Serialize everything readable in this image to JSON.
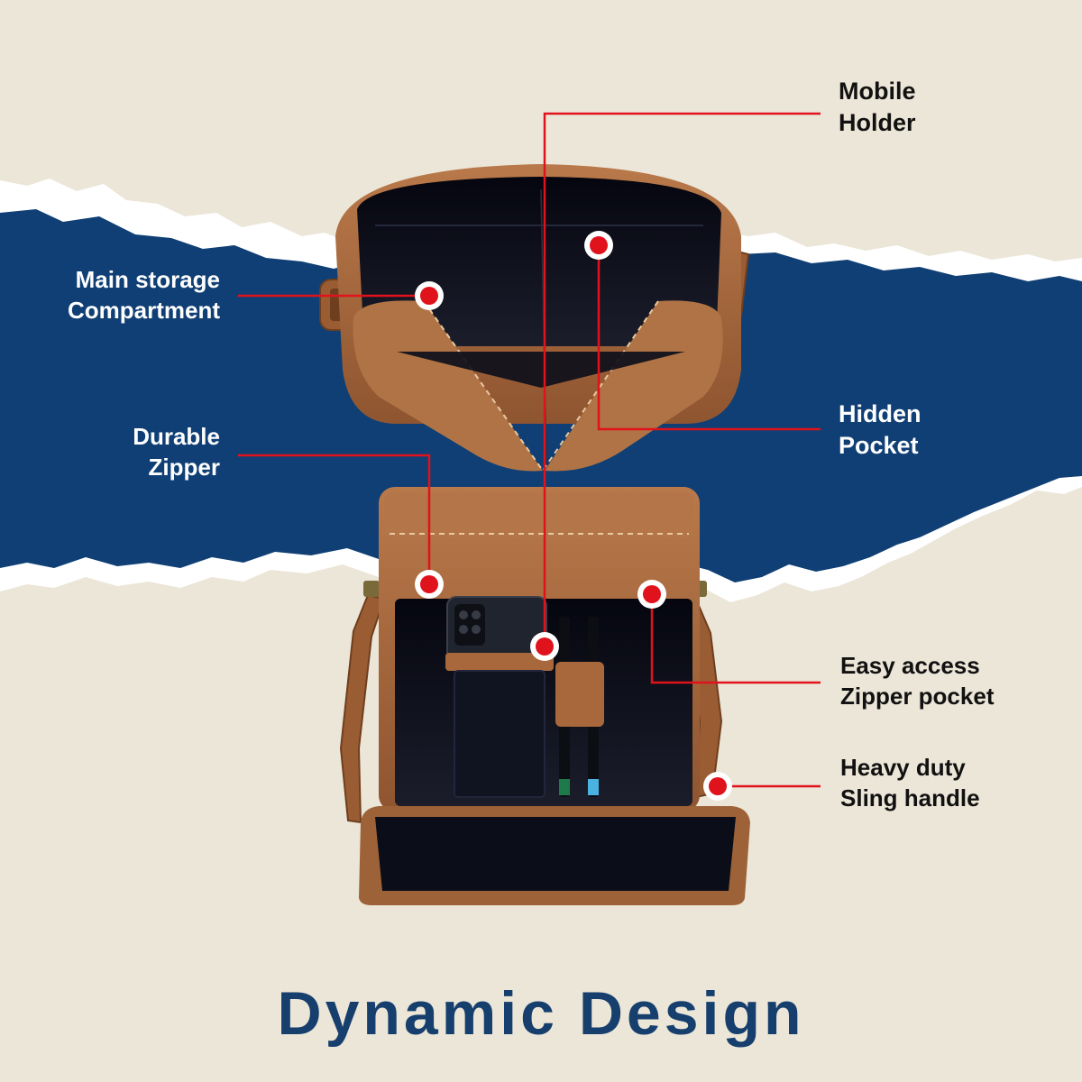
{
  "labels": {
    "mobile_holder": [
      "Mobile",
      "Holder"
    ],
    "main_storage": [
      "Main storage",
      "Compartment"
    ],
    "hidden_pocket": [
      "Hidden",
      "Pocket"
    ],
    "durable_zipper": [
      "Durable",
      "Zipper"
    ],
    "easy_access": [
      "Easy access",
      "Zipper pocket"
    ],
    "heavy_duty": [
      "Heavy duty",
      "Sling handle"
    ]
  },
  "headline": "Dynamic Design",
  "colors": {
    "paper": "#ece6d8",
    "band": "#0f3f74",
    "leather": "#a8683c",
    "lining": "#0b0d19",
    "callout": "#e0121b",
    "headline": "#163f6e"
  },
  "icons": {
    "marker": "hotspot-dot-icon",
    "product": "leather-sling-bag-image"
  }
}
